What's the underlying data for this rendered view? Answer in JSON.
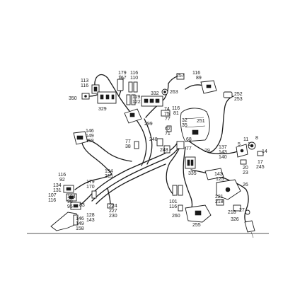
{
  "labels": [
    {
      "id": "l113",
      "text": "113"
    },
    {
      "id": "l116a",
      "text": "116"
    },
    {
      "id": "l179a",
      "text": "179"
    },
    {
      "id": "l167",
      "text": "167"
    },
    {
      "id": "l116b",
      "text": "116"
    },
    {
      "id": "l110",
      "text": "110"
    },
    {
      "id": "l257",
      "text": "257"
    },
    {
      "id": "l116c",
      "text": "116"
    },
    {
      "id": "l89",
      "text": "89"
    },
    {
      "id": "l350",
      "text": "350"
    },
    {
      "id": "l332",
      "text": "332"
    },
    {
      "id": "l263",
      "text": "263"
    },
    {
      "id": "l252",
      "text": "252"
    },
    {
      "id": "l253",
      "text": "253"
    },
    {
      "id": "l119",
      "text": "119"
    },
    {
      "id": "l122",
      "text": "122"
    },
    {
      "id": "l329",
      "text": "329"
    },
    {
      "id": "l74",
      "text": "74"
    },
    {
      "id": "l75",
      "text": "75"
    },
    {
      "id": "l116d",
      "text": "116"
    },
    {
      "id": "l81",
      "text": "81"
    },
    {
      "id": "l299",
      "text": "299"
    },
    {
      "id": "l77a",
      "text": "77"
    },
    {
      "id": "l32",
      "text": "32"
    },
    {
      "id": "l35",
      "text": "35"
    },
    {
      "id": "l251",
      "text": "251"
    },
    {
      "id": "l62",
      "text": "62"
    },
    {
      "id": "l71",
      "text": "71"
    },
    {
      "id": "l146a",
      "text": "146"
    },
    {
      "id": "l149a",
      "text": "149"
    },
    {
      "id": "l158a",
      "text": "158"
    },
    {
      "id": "l77b",
      "text": "77"
    },
    {
      "id": "l38",
      "text": "38"
    },
    {
      "id": "l248a",
      "text": "248"
    },
    {
      "id": "l248b",
      "text": "248"
    },
    {
      "id": "l68",
      "text": "68"
    },
    {
      "id": "l77c",
      "text": "77"
    },
    {
      "id": "l11",
      "text": "11"
    },
    {
      "id": "l8",
      "text": "8"
    },
    {
      "id": "l1",
      "text": "1"
    },
    {
      "id": "l5",
      "text": "5"
    },
    {
      "id": "l137",
      "text": "137"
    },
    {
      "id": "l143a",
      "text": "143"
    },
    {
      "id": "l140",
      "text": "140"
    },
    {
      "id": "l14",
      "text": "14"
    },
    {
      "id": "l29",
      "text": "29"
    },
    {
      "id": "l17",
      "text": "17"
    },
    {
      "id": "l245",
      "text": "245"
    },
    {
      "id": "l20",
      "text": "20"
    },
    {
      "id": "l23",
      "text": "23"
    },
    {
      "id": "l335",
      "text": "335"
    },
    {
      "id": "l194",
      "text": "194"
    },
    {
      "id": "l215",
      "text": "215"
    },
    {
      "id": "l116e",
      "text": "116"
    },
    {
      "id": "l92",
      "text": "92"
    },
    {
      "id": "l134",
      "text": "134"
    },
    {
      "id": "l131",
      "text": "131"
    },
    {
      "id": "l179b",
      "text": "179"
    },
    {
      "id": "l170",
      "text": "170"
    },
    {
      "id": "l107",
      "text": "107"
    },
    {
      "id": "l116f",
      "text": "116"
    },
    {
      "id": "l104",
      "text": "104"
    },
    {
      "id": "l98",
      "text": "98"
    },
    {
      "id": "l95",
      "text": "95"
    },
    {
      "id": "l83",
      "text": "83"
    },
    {
      "id": "l143b",
      "text": "143"
    },
    {
      "id": "l125",
      "text": "125"
    },
    {
      "id": "l26",
      "text": "26"
    },
    {
      "id": "l221",
      "text": "221"
    },
    {
      "id": "l218a",
      "text": "218"
    },
    {
      "id": "l101",
      "text": "101"
    },
    {
      "id": "l116g",
      "text": "116"
    },
    {
      "id": "l27",
      "text": "27"
    },
    {
      "id": "l218b",
      "text": "218"
    },
    {
      "id": "l224",
      "text": "224"
    },
    {
      "id": "l227",
      "text": "227"
    },
    {
      "id": "l230",
      "text": "230"
    },
    {
      "id": "l128",
      "text": "128"
    },
    {
      "id": "l143c",
      "text": "143"
    },
    {
      "id": "l146b",
      "text": "146"
    },
    {
      "id": "l149b",
      "text": "149"
    },
    {
      "id": "l158b",
      "text": "158"
    },
    {
      "id": "l260",
      "text": "260"
    },
    {
      "id": "l255",
      "text": "255"
    },
    {
      "id": "l326",
      "text": "326"
    }
  ]
}
